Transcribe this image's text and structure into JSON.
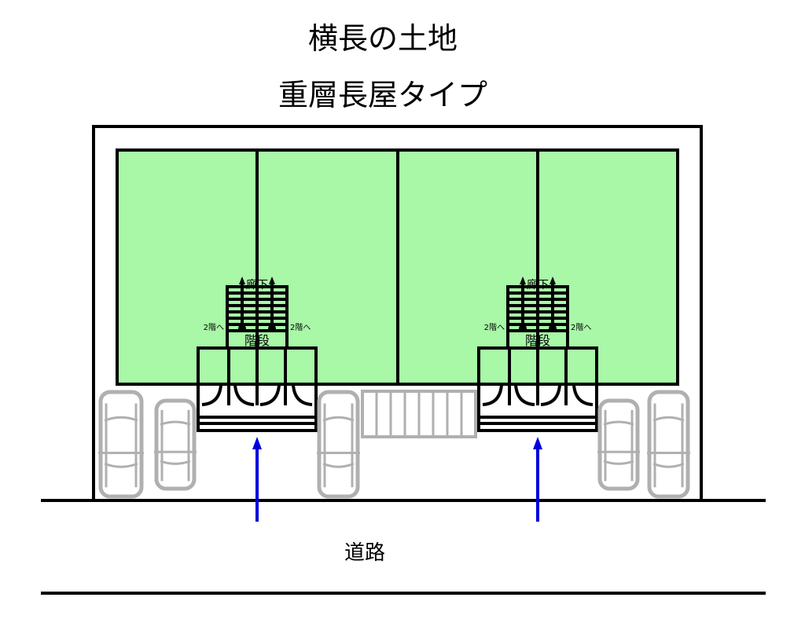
{
  "title_line1": "横長の土地",
  "title_line2": "重層長屋タイプ",
  "units": [
    {
      "corridor_label": "廊下",
      "stairs_label": "階段",
      "to_second_floor_left": "2階へ",
      "to_second_floor_right": "2階へ"
    },
    {
      "corridor_label": "廊下",
      "stairs_label": "階段",
      "to_second_floor_left": "2階へ",
      "to_second_floor_right": "2階へ"
    }
  ],
  "road_label": "道路",
  "colors": {
    "building": "#a8f8a8",
    "arrow": "#0000dd",
    "car": "#b0b0b0"
  }
}
